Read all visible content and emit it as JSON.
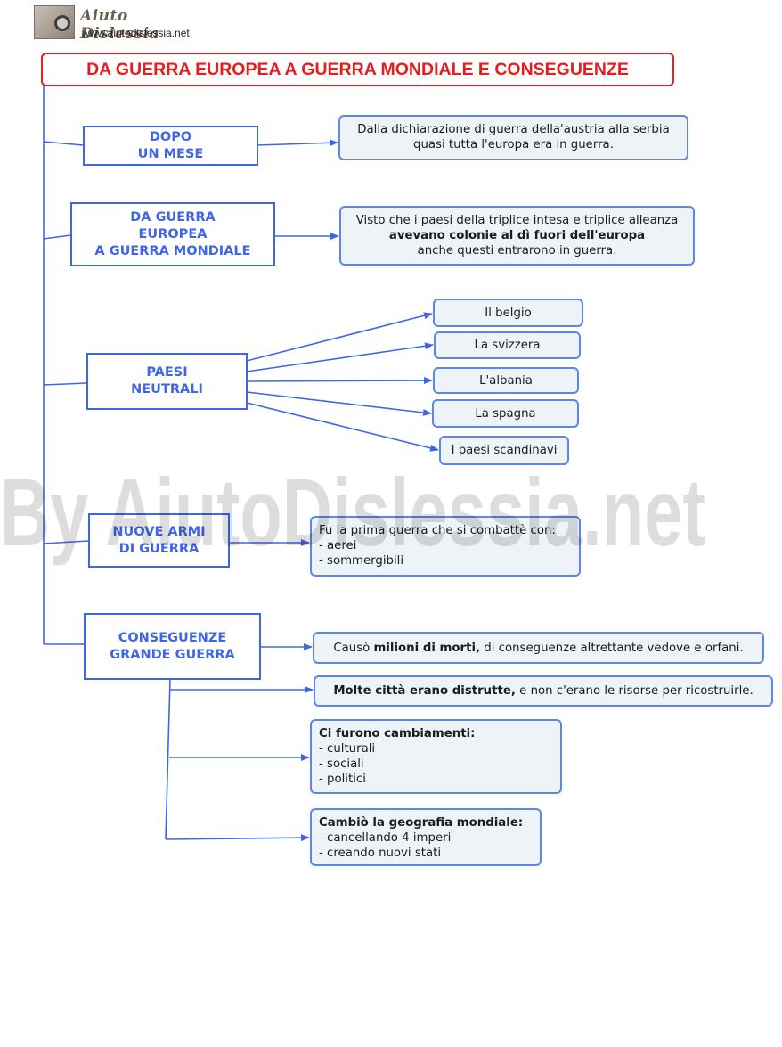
{
  "logo": {
    "name": "Aiuto Dislessia",
    "url": "www.aiutodislessia.net"
  },
  "title": "DA GUERRA EUROPEA A GUERRA MONDIALE E CONSEGUENZE",
  "watermark": "By AiutoDislessia.net",
  "colors": {
    "title": "#e51d1d",
    "node": "#3f66e8",
    "connector": "#3f66e8",
    "info_bg": "#edf3f6"
  },
  "nodes": {
    "dopo_un_mese": "DOPO\nUN MESE",
    "guerra_mondiale": "DA GUERRA\nEUROPEA\nA GUERRA MONDIALE",
    "paesi_neutrali": "PAESI\nNEUTRALI",
    "nuove_armi": "NUOVE ARMI\nDI GUERRA",
    "conseguenze": "CONSEGUENZE\nGRANDE GUERRA"
  },
  "dopo_un_mese_text": "Dalla dichiarazione di guerra della'austria alla serbia quasi tutta l'europa era in guerra.",
  "guerra_mondiale_text": {
    "pre": "Visto che i paesi della triplice intesa e triplice alleanza",
    "bold": "avevano colonie al dì fuori dell'europa",
    "post": "anche questi entrarono in guerra."
  },
  "paesi_neutrali_list": [
    "Il belgio",
    "La svizzera",
    "L'albania",
    "La spagna",
    "I paesi scandinavi"
  ],
  "nuove_armi_text": {
    "intro": "Fu la prima guerra che si combattè con:",
    "items": "- aerei\n- sommergibili"
  },
  "conseguenze_list": {
    "c1": {
      "pre": "Causò ",
      "bold": "milioni di morti,",
      "post": " di conseguenze altrettante vedove e orfani."
    },
    "c2": {
      "bold": "Molte città erano distrutte,",
      "post": " e non c'erano le risorse per ricostruirle."
    },
    "c3": {
      "bold": "Ci furono cambiamenti:",
      "items": "- culturali\n- sociali\n- politici"
    },
    "c4": {
      "bold": "Cambiò la geografia mondiale:",
      "items": "- cancellando 4 imperi\n- creando nuovi stati"
    }
  }
}
